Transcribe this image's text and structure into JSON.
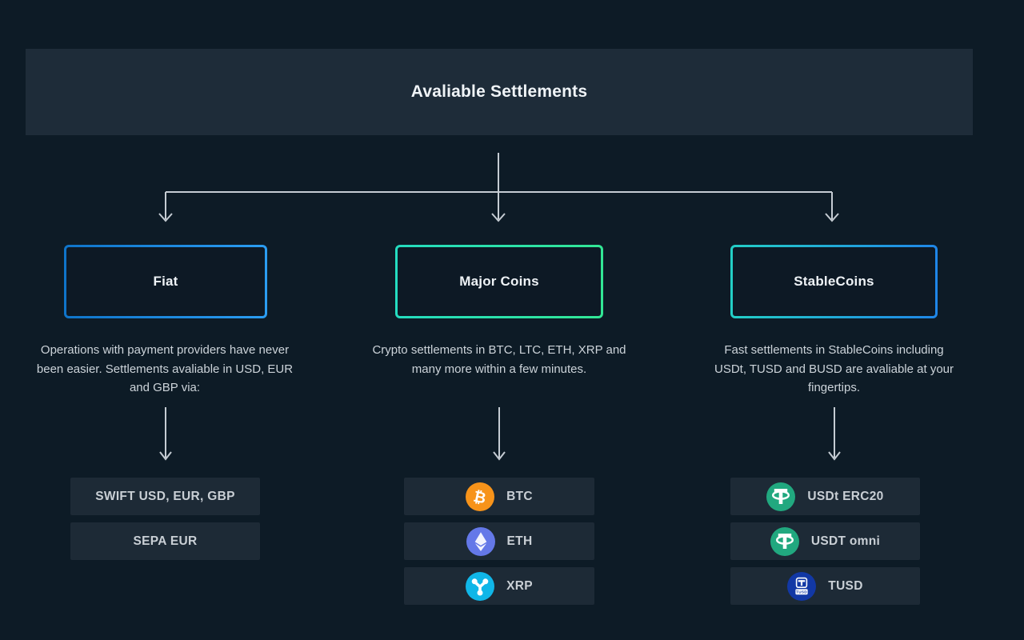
{
  "page": {
    "title": "Avaliable Settlements"
  },
  "colors": {
    "background": "#0d1b26",
    "header_panel": "#1e2c39",
    "row_panel": "#1d2a36",
    "text_primary": "#f0f4f7",
    "text_secondary": "#ccd3d9",
    "arrow": "#c5ccd3",
    "fiat_border_start": "#0f74c9",
    "fiat_border_end": "#2b9df2",
    "major_border_start": "#24dcc0",
    "major_border_end": "#32e795",
    "stable_border_start": "#23cfc6",
    "stable_border_end": "#1f86e8",
    "btc": "#f7931a",
    "eth": "#6478e8",
    "xrp": "#10b6e8",
    "tether": "#21a87f",
    "tusd": "#1238a5"
  },
  "columns": [
    {
      "id": "fiat",
      "box_label": "Fiat",
      "description": "Operations with payment providers have never been easier. Settlements avaliable in USD, EUR and GBP via:",
      "items": [
        {
          "label": "SWIFT USD, EUR, GBP",
          "icon": null
        },
        {
          "label": "SEPA EUR",
          "icon": null
        }
      ]
    },
    {
      "id": "major-coins",
      "box_label": "Major Coins",
      "description": "Crypto settlements in BTC, LTC, ETH, XRP and many more within a few minutes.",
      "items": [
        {
          "label": "BTC",
          "icon": "btc-icon"
        },
        {
          "label": "ETH",
          "icon": "eth-icon"
        },
        {
          "label": "XRP",
          "icon": "xrp-icon"
        }
      ]
    },
    {
      "id": "stablecoins",
      "box_label": "StableCoins",
      "description": "Fast settlements in StableCoins including USDt, TUSD and BUSD are avaliable at your fingertips.",
      "items": [
        {
          "label": "USDt ERC20",
          "icon": "tether-icon"
        },
        {
          "label": "USDT omni",
          "icon": "tether-icon"
        },
        {
          "label": "TUSD",
          "icon": "tusd-icon"
        }
      ]
    }
  ],
  "icon_symbols": {
    "btc_glyph": "₿"
  }
}
